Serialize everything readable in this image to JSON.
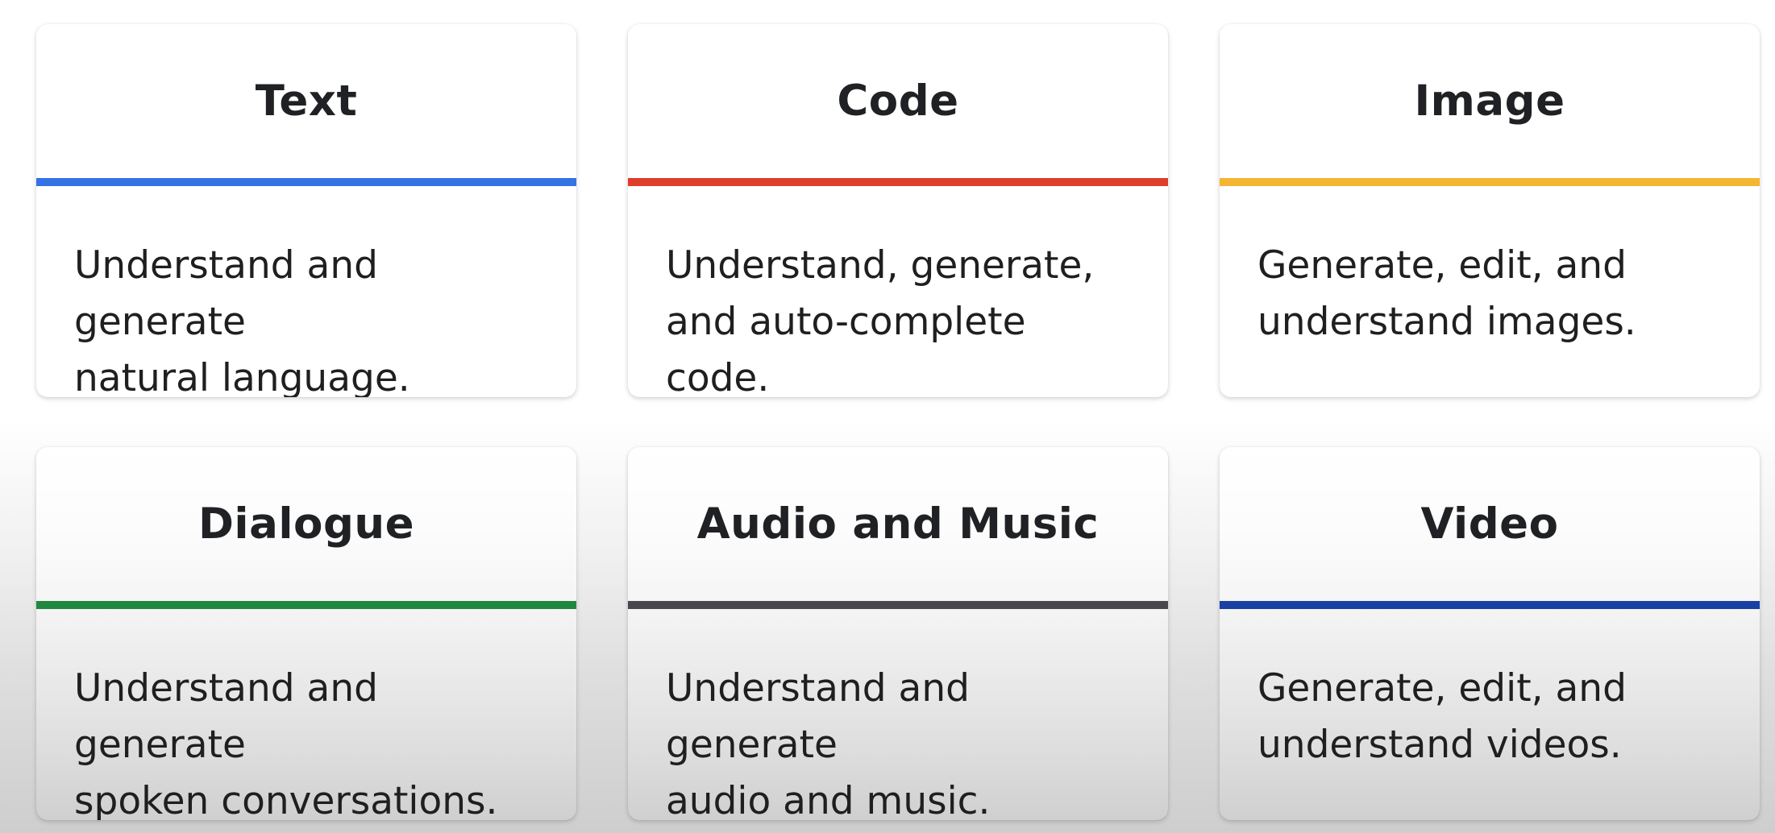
{
  "cards": [
    {
      "title": "Text",
      "description": "Understand and generate\nnatural language.",
      "accent": "#3572e6",
      "icon": "none"
    },
    {
      "title": "Code",
      "description": "Understand, generate,\nand auto-complete code.",
      "accent": "#df3e2c",
      "icon": "none"
    },
    {
      "title": "Image",
      "description": "Generate, edit, and\nunderstand images.",
      "accent": "#f4b630",
      "icon": "none"
    },
    {
      "title": "Dialogue",
      "description": "Understand and generate\nspoken conversations.",
      "accent": "#20873f",
      "icon": "none"
    },
    {
      "title": "Audio and Music",
      "description": "Understand and generate\naudio and music.",
      "accent": "#48484c",
      "icon": "none"
    },
    {
      "title": "Video",
      "description": "Generate, edit, and\nunderstand videos.",
      "accent": "#1a3fa3",
      "icon": "none"
    }
  ]
}
